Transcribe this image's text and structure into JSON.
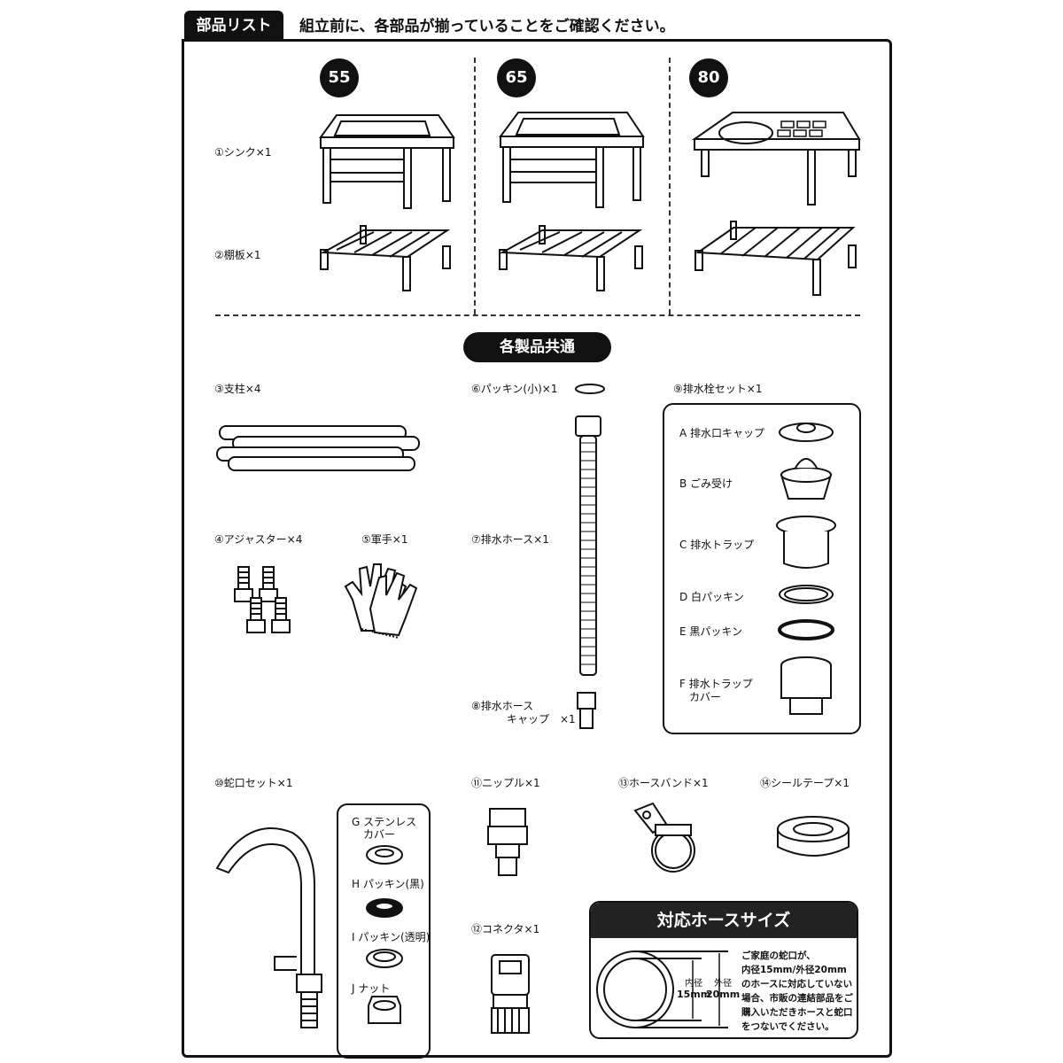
{
  "header": {
    "tab": "部品リスト",
    "title": "組立前に、各部品が揃っていることをご確認ください。"
  },
  "models": [
    "55",
    "65",
    "80"
  ],
  "model_parts": [
    "①シンク×1",
    "②棚板×1"
  ],
  "common_title": "各製品共通",
  "parts": {
    "p3": "③支柱×4",
    "p4": "④アジャスター×4",
    "p5": "⑤軍手×1",
    "p6": "⑥パッキン(小)×1",
    "p7": "⑦排水ホース×1",
    "p8a": "⑧排水ホース",
    "p8b": "キャップ　×1",
    "p9": "⑨排水栓セット×1",
    "p10": "⑩蛇口セット×1",
    "p11": "⑪ニップル×1",
    "p12": "⑫コネクタ×1",
    "p13": "⑬ホースバンド×1",
    "p14": "⑭シールテープ×1"
  },
  "drain_set": [
    "A 排水口キャップ",
    "B ごみ受け",
    "C 排水トラップ",
    "D 白パッキン",
    "E 黒パッキン",
    "F 排水トラップ",
    "カバー"
  ],
  "faucet_set": [
    "G ステンレス",
    "カバー",
    "H パッキン(黒)",
    "I パッキン(透明)",
    "J ナット"
  ],
  "hose_size": {
    "title": "対応ホースサイズ",
    "inner_label": "内径",
    "inner_value": "15mm",
    "outer_label": "外径",
    "outer_value": "20mm",
    "note": [
      "ご家庭の蛇口が、",
      "内径15mm/外径20mm",
      "のホースに対応していない",
      "場合、市販の連結部品をご",
      "購入いただきホースと蛇口",
      "をつないでください。"
    ]
  }
}
